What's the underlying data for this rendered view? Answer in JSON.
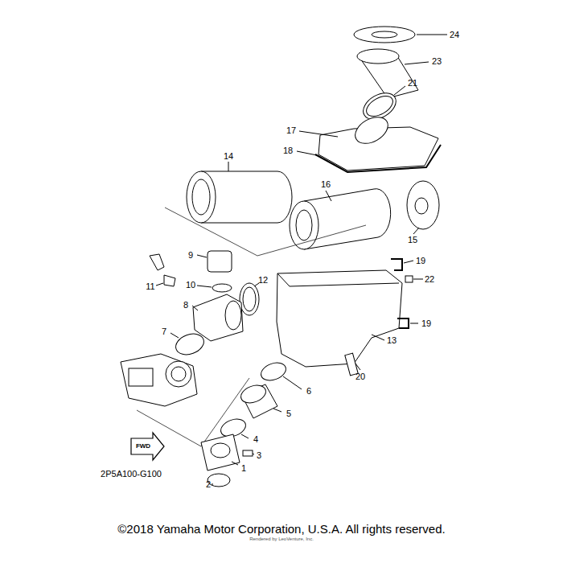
{
  "diagram": {
    "caption": "©2018 Yamaha Motor Corporation, U.S.A. All rights reserved.",
    "labels": [
      "24",
      "23",
      "21",
      "17",
      "18",
      "14",
      "16",
      "15",
      "9",
      "19",
      "11",
      "10",
      "12",
      "22",
      "8",
      "7",
      "13",
      "19",
      "20",
      "6",
      "5",
      "4",
      "3",
      "1",
      "2",
      "FWD",
      "2P5A100-G100",
      "Rendered by LeoVenture, Inc."
    ]
  }
}
